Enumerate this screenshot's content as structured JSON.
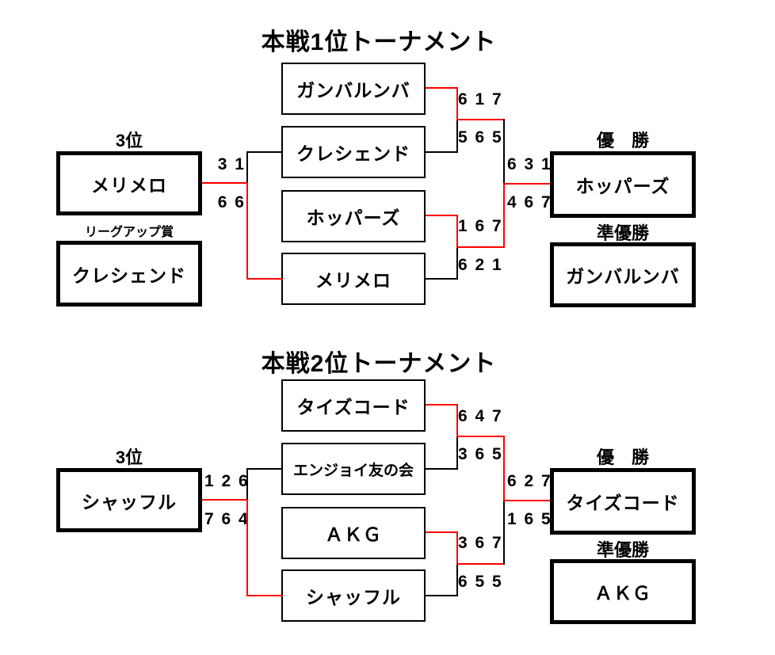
{
  "colors": {
    "background": "#ffffff",
    "line": "#000000",
    "winner_path": "#ff0000",
    "text": "#000000",
    "box_border": "#000000"
  },
  "tournaments": [
    {
      "title": "本戦1位トーナメント",
      "third_place": {
        "label": "3位",
        "team": "メリメロ",
        "score_top": "3 1",
        "score_bottom": "6 6"
      },
      "league_up_award": {
        "label": "リーグアップ賞",
        "team": "クレシェンド"
      },
      "bracket": {
        "team1": "ガンバルンバ",
        "team2": "クレシェンド",
        "team3": "ホッパーズ",
        "team4": "メリメロ",
        "sf1_score_top": "6 1 7",
        "sf1_score_bottom": "5 6 5",
        "sf2_score_top": "1 6 7",
        "sf2_score_bottom": "6 2 1",
        "final_score_top": "6 3 1",
        "final_score_bottom": "4 6 7"
      },
      "results": {
        "champion_label": "優　勝",
        "champion": "ホッパーズ",
        "runner_up_label": "準優勝",
        "runner_up": "ガンバルンバ"
      }
    },
    {
      "title": "本戦2位トーナメント",
      "third_place": {
        "label": "3位",
        "team": "シャッフル",
        "score_top": "1 2 6",
        "score_bottom": "7 6 4"
      },
      "bracket": {
        "team1": "タイズコード",
        "team2": "エンジョイ友の会",
        "team3": "ＡＫＧ",
        "team4": "シャッフル",
        "sf1_score_top": "6 4 7",
        "sf1_score_bottom": "3 6 5",
        "sf2_score_top": "3 6 7",
        "sf2_score_bottom": "6 5 5",
        "final_score_top": "6 2 7",
        "final_score_bottom": "1 6 5"
      },
      "results": {
        "champion_label": "優　勝",
        "champion": "タイズコード",
        "runner_up_label": "準優勝",
        "runner_up": "ＡＫＧ"
      }
    }
  ]
}
